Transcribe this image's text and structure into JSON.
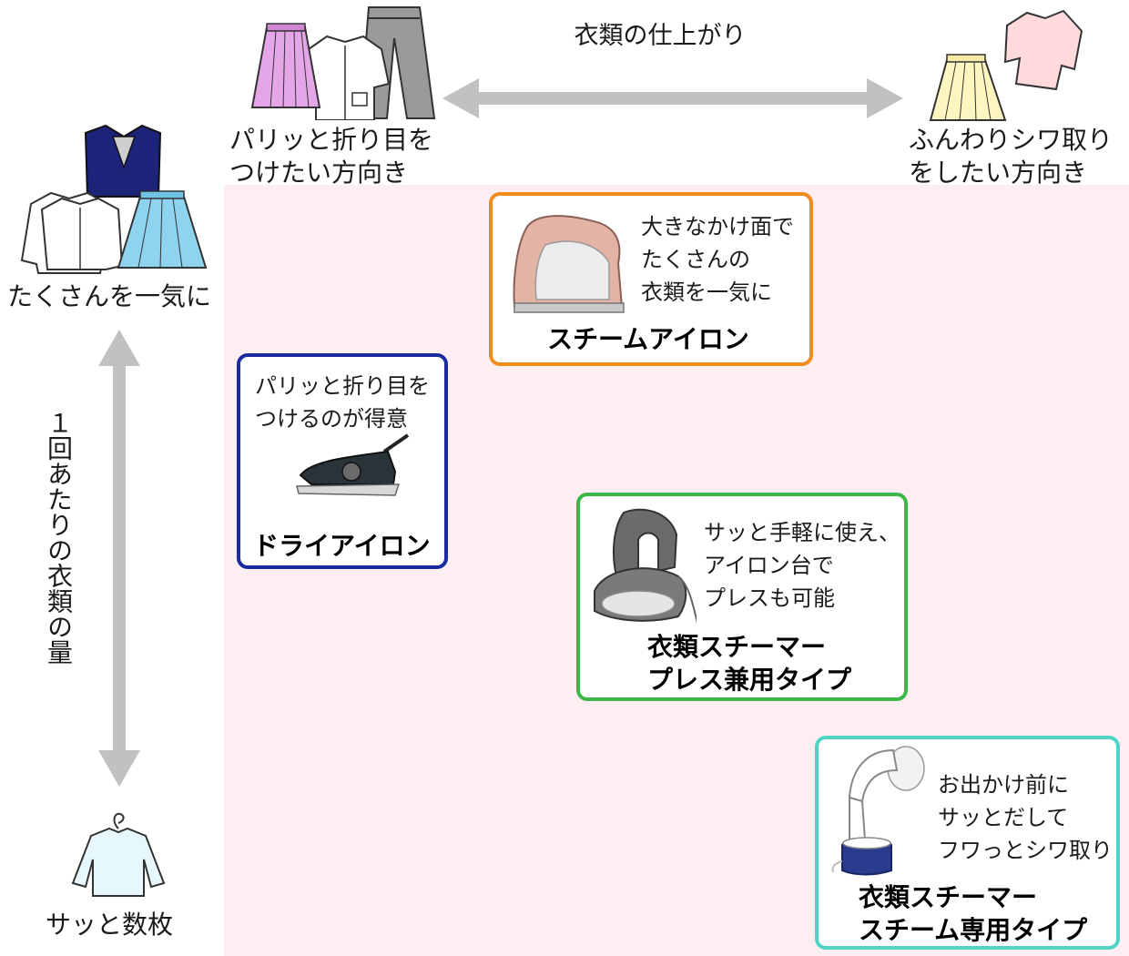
{
  "axes": {
    "x_title": "衣類の仕上がり",
    "x_left_line1": "パリッと折り目を",
    "x_left_line2": "つけたい方向き",
    "x_right_line1": "ふんわりシワ取り",
    "x_right_line2": "をしたい方向き",
    "y_title": "１回あたりの衣類の量",
    "y_top": "たくさんを一気に",
    "y_bottom": "サッと数枚"
  },
  "products": [
    {
      "name_line1": "スチームアイロン",
      "desc": [
        "大きなかけ面で",
        "たくさんの",
        "衣類を一気に"
      ],
      "border_color": "#f18c1e"
    },
    {
      "name_line1": "ドライアイロン",
      "desc": [
        "パリッと折り目を",
        "つけるのが得意"
      ],
      "border_color": "#1a2aa0"
    },
    {
      "name_line1": "衣類スチーマー",
      "name_line2": "プレス兼用タイプ",
      "desc": [
        "サッと手軽に使え、",
        "アイロン台で",
        "プレスも可能"
      ],
      "border_color": "#3cb84a"
    },
    {
      "name_line1": "衣類スチーマー",
      "name_line2": "スチーム専用タイプ",
      "desc": [
        "お出かけ前に",
        "サッとだして",
        "フワっとシワ取り"
      ],
      "border_color": "#4fd4c4"
    }
  ],
  "colors": {
    "plot_background": "#fdeef2",
    "arrow": "#c3c0c0"
  },
  "icons": [
    "skirt-shirt-pants-icon",
    "skirt-sweater-icon",
    "jacket-shirts-skirt-icon",
    "shirt-on-hanger-icon",
    "steam-iron-icon",
    "dry-iron-icon",
    "press-steamer-icon",
    "handheld-steamer-icon"
  ]
}
